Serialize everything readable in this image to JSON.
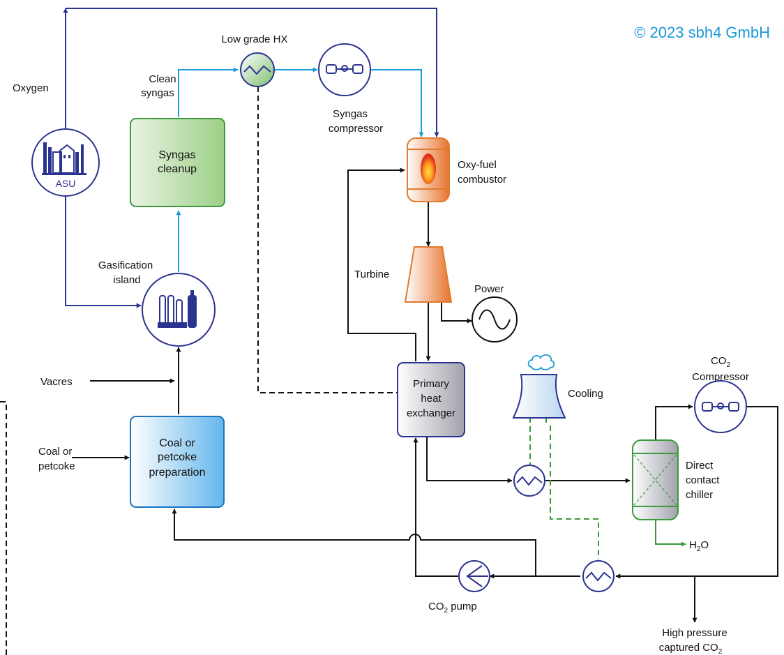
{
  "copyright": "© 2023 sbh4 GmbH",
  "colors": {
    "navy": "#2b3390",
    "syngas_blue": "#1a9ad6",
    "black": "#111111",
    "green": "#3c9a3c",
    "orange": "#e07a2e",
    "copyright": "#1a9ad6"
  },
  "labels": {
    "oxygen": "Oxygen",
    "clean_syngas_1": "Clean",
    "clean_syngas_2": "syngas",
    "low_grade_hx": "Low grade HX",
    "syngas_compressor_1": "Syngas",
    "syngas_compressor_2": "compressor",
    "oxy_fuel_1": "Oxy-fuel",
    "oxy_fuel_2": "combustor",
    "turbine": "Turbine",
    "power": "Power",
    "gasification_1": "Gasification",
    "gasification_2": "island",
    "vacres": "Vacres",
    "coal_input_1": "Coal or",
    "coal_input_2": "petcoke",
    "cooling": "Cooling",
    "co2_compressor_co": "CO",
    "co2_compressor_sub": "2",
    "co2_compressor_2": "Compressor",
    "direct_1": "Direct",
    "direct_2": "contact",
    "direct_3": "chiller",
    "h2o_h": "H",
    "h2o_sub": "2",
    "h2o_o": "O",
    "co2_pump_co": "CO",
    "co2_pump_sub": "2",
    "co2_pump_rest": " pump",
    "hp_1": "High pressure",
    "hp_2_a": "captured CO",
    "hp_2_sub": "2"
  },
  "boxes": {
    "syngas_cleanup_1": "Syngas",
    "syngas_cleanup_2": "cleanup",
    "coal_prep_1": "Coal or",
    "coal_prep_2": "petcoke",
    "coal_prep_3": "preparation",
    "primary_hx_1": "Primary",
    "primary_hx_2": "heat",
    "primary_hx_3": "exchanger",
    "asu": "ASU"
  }
}
